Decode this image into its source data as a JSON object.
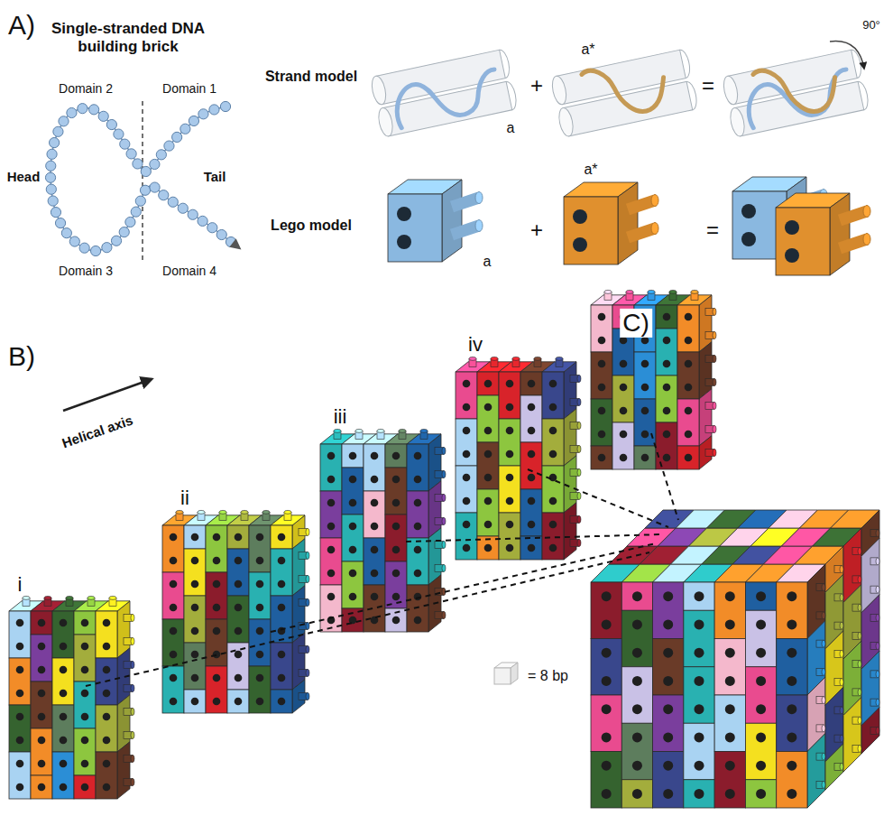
{
  "diagram": {
    "labels": [
      "A)",
      "Single-stranded DNA building brick",
      "Domain 2",
      "Domain 1",
      "Head",
      "Tail",
      "Domain 3",
      "Domain 4",
      "Strand model",
      "a",
      "+",
      "a*",
      "=",
      "90°",
      "Lego model",
      "a",
      "+",
      "a*",
      "=",
      "B)",
      "Helical axis",
      "i",
      "ii",
      "iii",
      "iv",
      "C)"
    ],
    "legend": [
      {
        "text": "= 8 bp"
      }
    ]
  }
}
